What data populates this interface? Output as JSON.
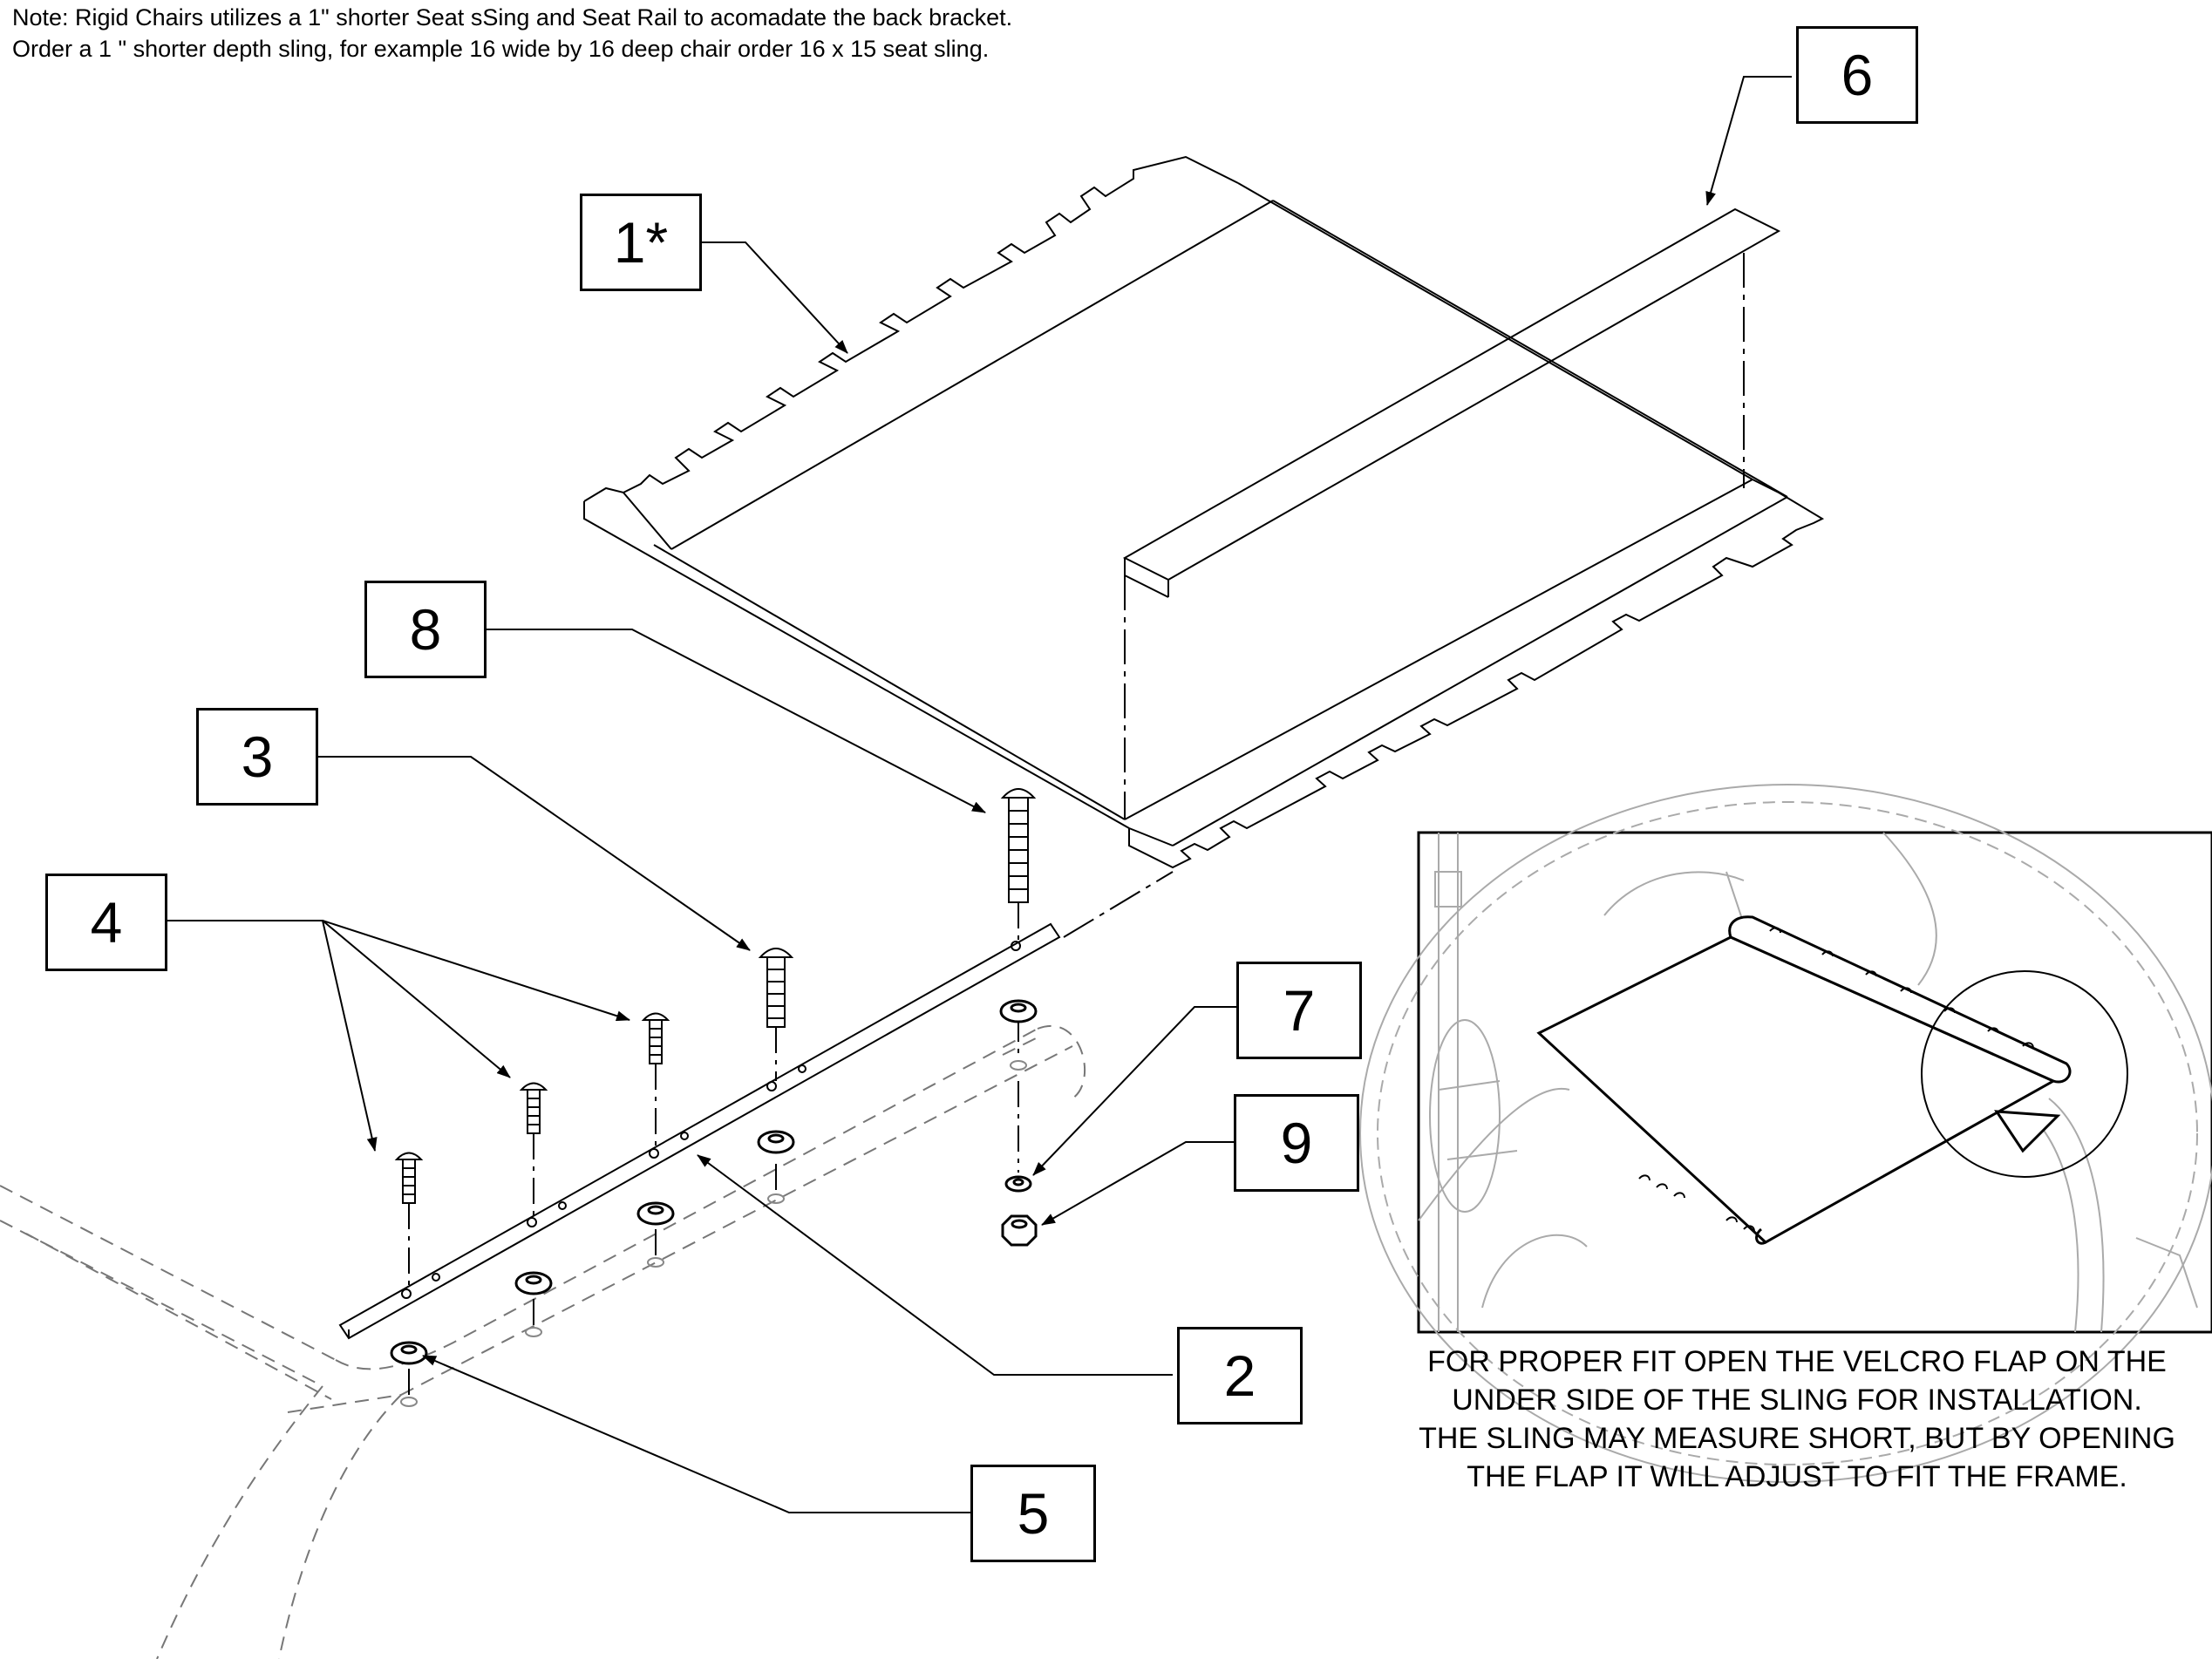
{
  "note": {
    "line1": "Note: Rigid Chairs utilizes a 1\" shorter Seat sSing and Seat Rail to acomadate the back bracket.",
    "line2": "Order a 1 \" shorter depth sling, for example 16 wide by 16 deep chair order 16 x 15 seat sling."
  },
  "callouts": {
    "c1": "1*",
    "c2": "2",
    "c3": "3",
    "c4": "4",
    "c5": "5",
    "c6": "6",
    "c7": "7",
    "c8": "8",
    "c9": "9"
  },
  "inset_caption": {
    "line1": "FOR PROPER FIT OPEN THE VELCRO FLAP ON THE",
    "line2": "UNDER SIDE OF THE SLING FOR INSTALLATION.",
    "line3": "THE SLING MAY MEASURE SHORT, BUT BY OPENING",
    "line4": "THE FLAP IT WILL ADJUST TO FIT THE FRAME."
  }
}
